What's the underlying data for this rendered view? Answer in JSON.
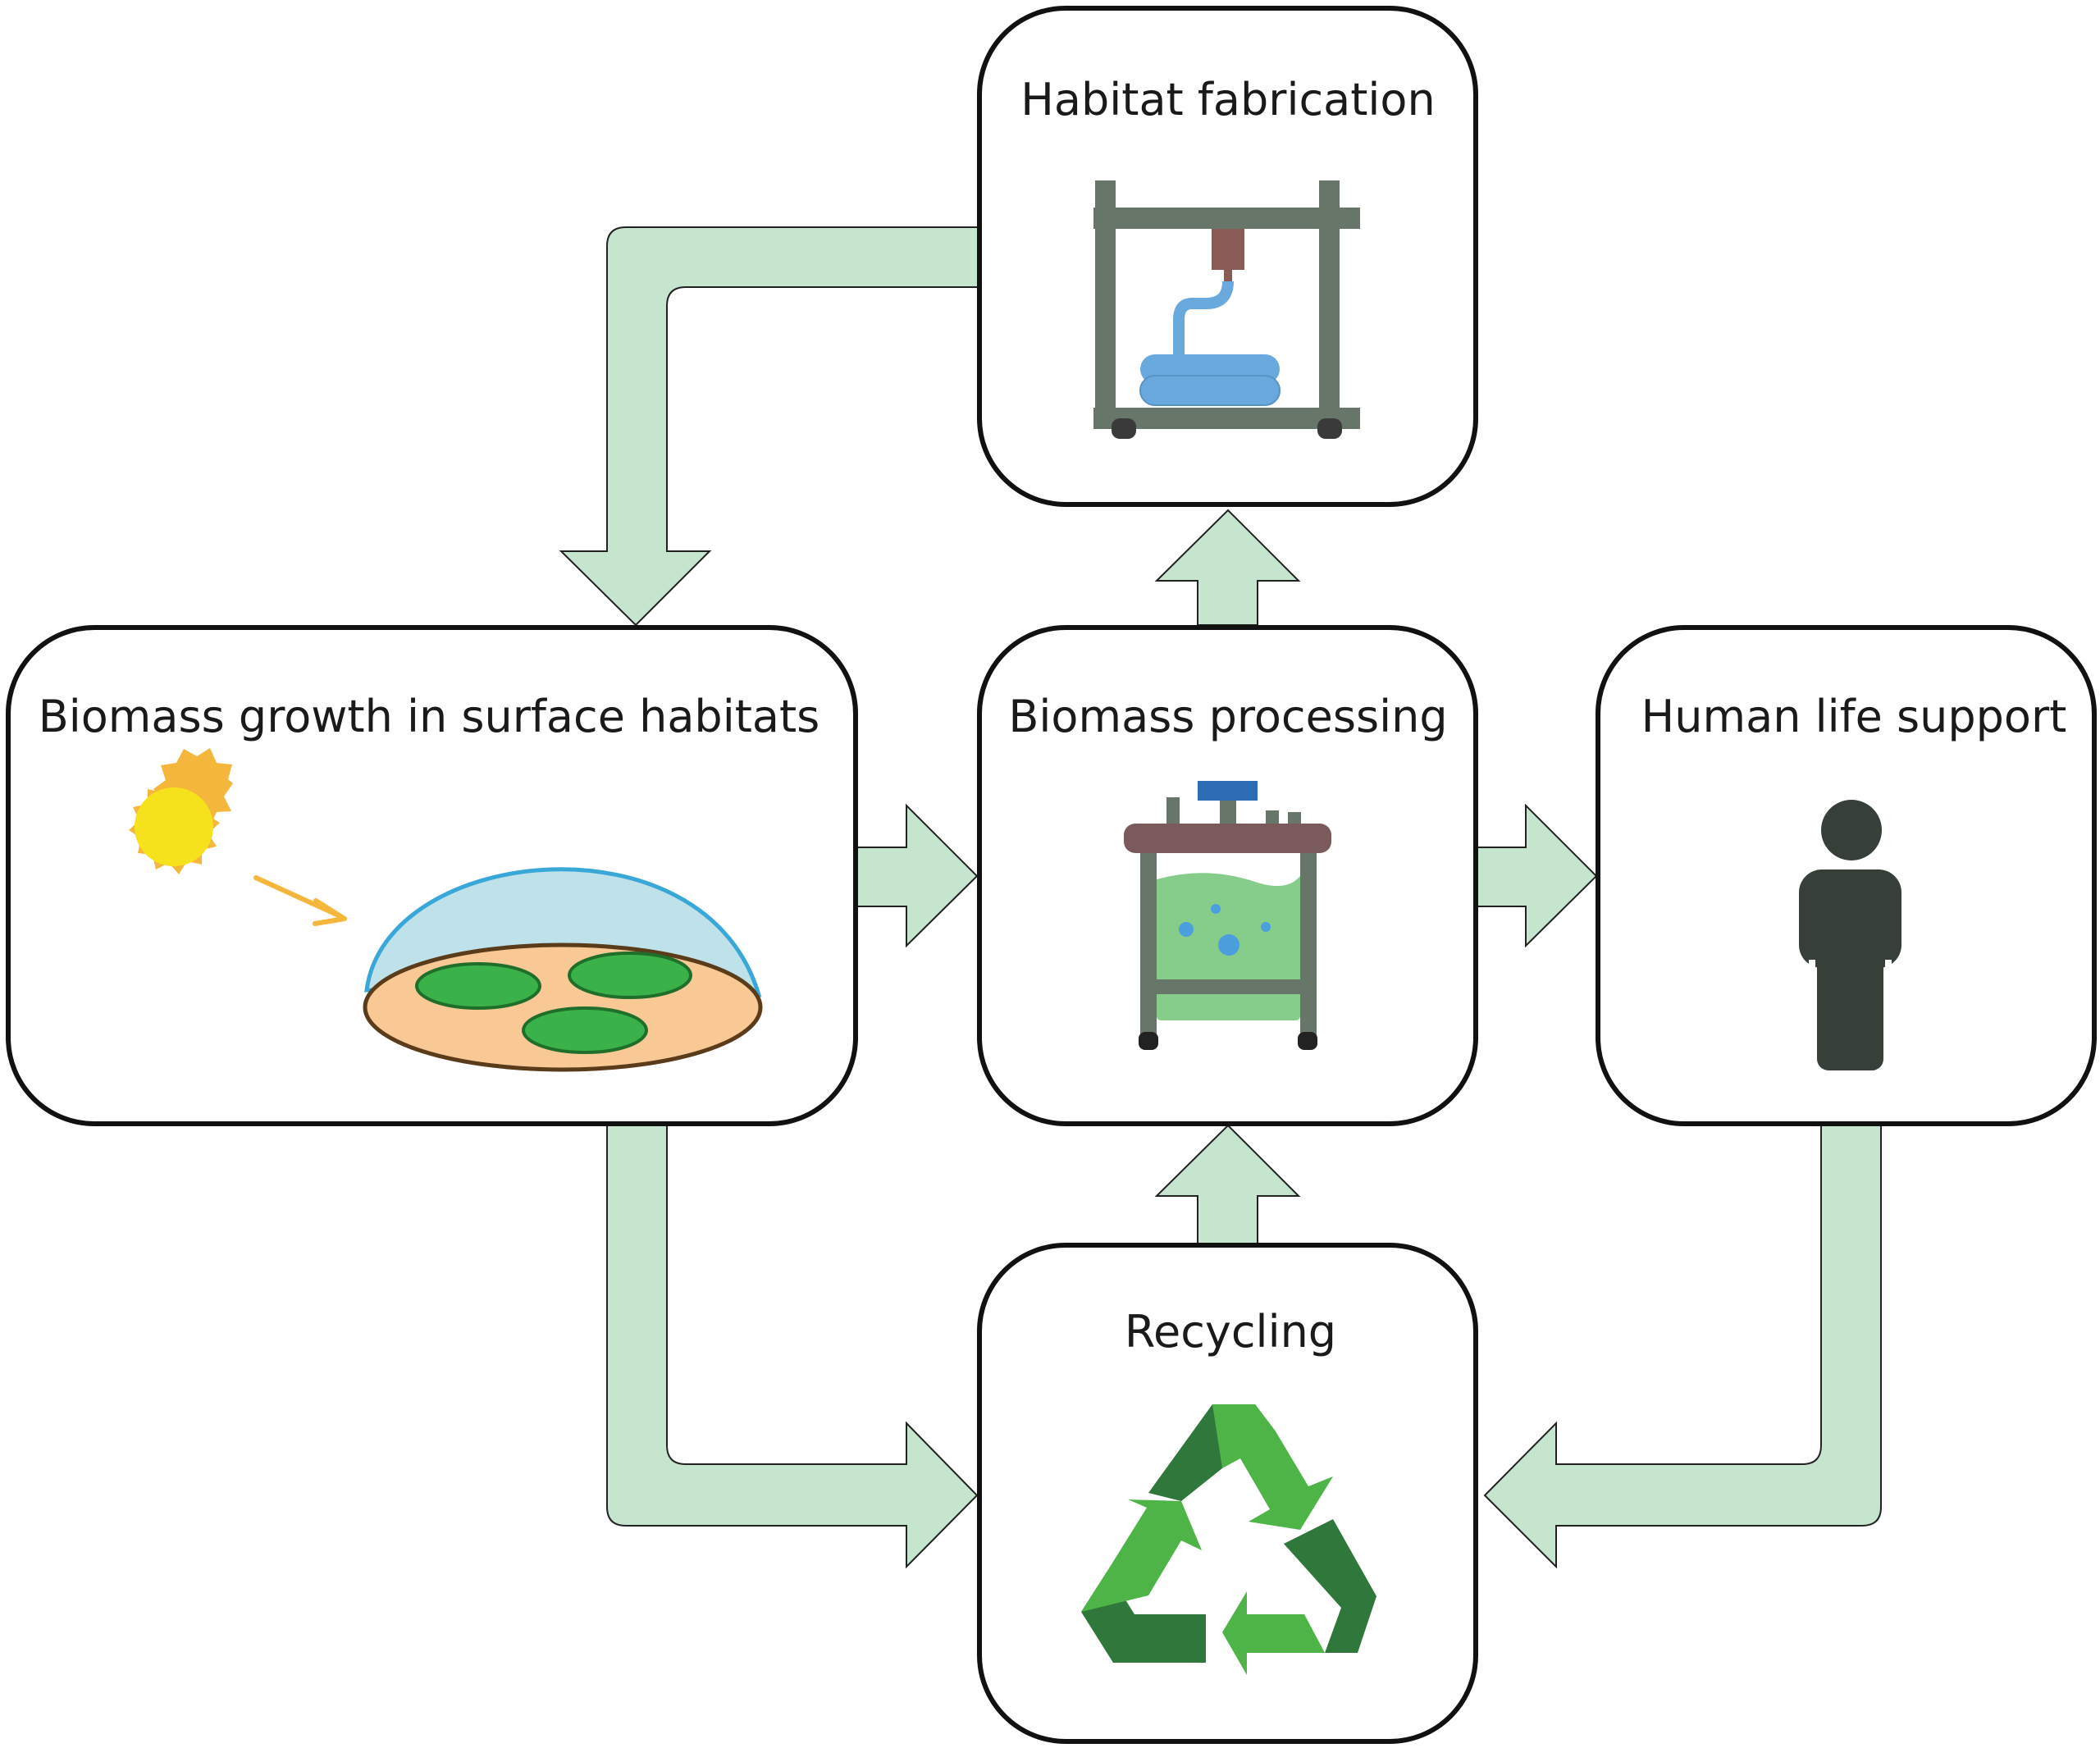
{
  "nodes": {
    "habitat_fabrication": {
      "label": "Habitat fabrication",
      "icon": "3d-printer-icon"
    },
    "biomass_growth": {
      "label": "Biomass growth in surface habitats",
      "icon": "sun-and-dome-habitat-icon"
    },
    "biomass_processing": {
      "label": "Biomass processing",
      "icon": "bioreactor-tank-icon"
    },
    "human_life_support": {
      "label": "Human life support",
      "icon": "person-icon"
    },
    "recycling": {
      "label": "Recycling",
      "icon": "recycle-icon"
    }
  },
  "edges": [
    {
      "from": "habitat_fabrication",
      "to": "biomass_growth"
    },
    {
      "from": "biomass_growth",
      "to": "biomass_processing"
    },
    {
      "from": "biomass_processing",
      "to": "habitat_fabrication"
    },
    {
      "from": "biomass_processing",
      "to": "human_life_support"
    },
    {
      "from": "biomass_growth",
      "to": "recycling"
    },
    {
      "from": "human_life_support",
      "to": "recycling"
    },
    {
      "from": "recycling",
      "to": "biomass_processing"
    }
  ],
  "colors": {
    "arrow_fill": "#c5e5cf",
    "box_stroke": "#111111",
    "printer_frame": "#68766a",
    "printer_nozzle": "#8a5a55",
    "print_material": "#6aa9dd",
    "sun": "#f5e21c",
    "sun_rays": "#f5b63c",
    "dome": "#bfe2ea",
    "dome_outline": "#3aa7d9",
    "ground": "#f8c994",
    "ground_outline": "#5a3b1a",
    "crop_patch": "#3bb14a",
    "tank_liquid": "#86cc8a",
    "tank_table": "#7a5a5a",
    "tank_cap": "#2d6db5",
    "person": "#363f38",
    "recycle_dark": "#2f773a",
    "recycle_light": "#4eb448"
  }
}
